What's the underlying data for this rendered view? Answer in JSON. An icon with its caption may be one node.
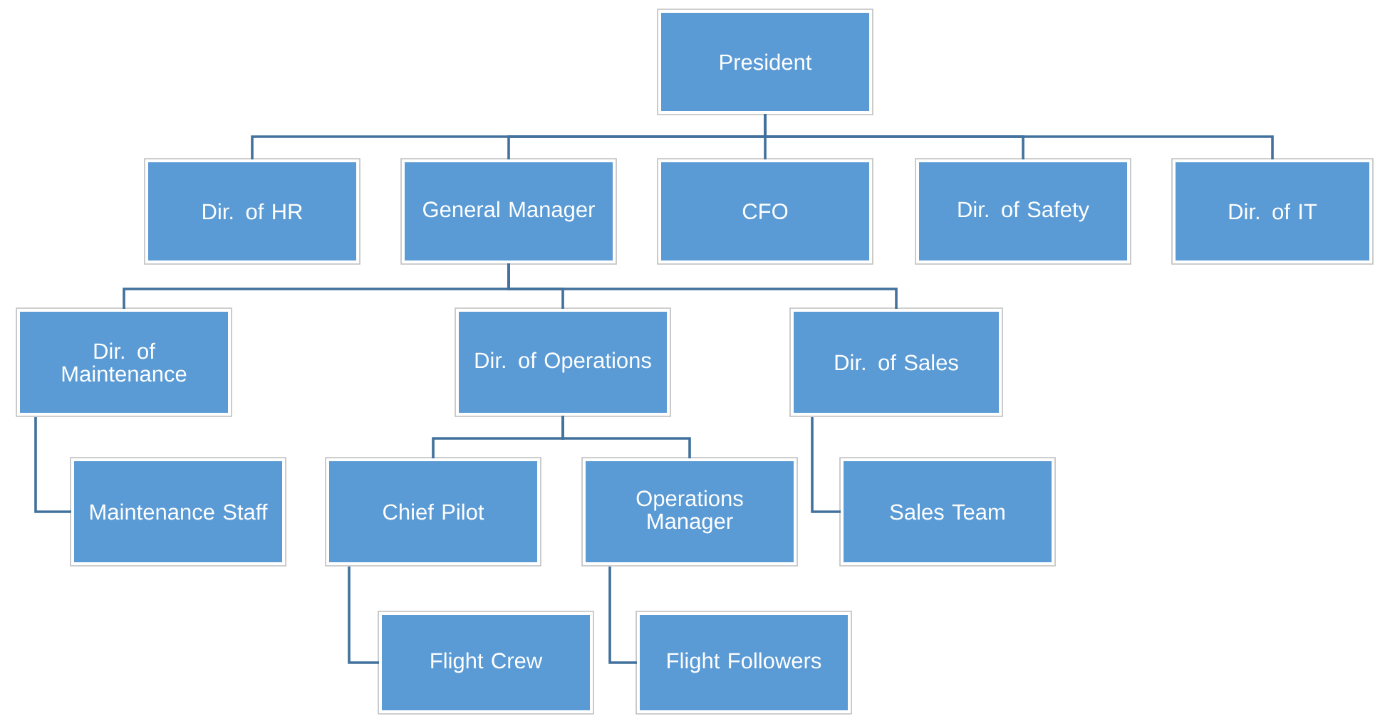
{
  "diagram": {
    "nodes": [
      {
        "text": [
          "President"
        ]
      },
      {
        "text": [
          "Dir. of HR"
        ]
      },
      {
        "text": [
          "General Manager"
        ]
      },
      {
        "text": [
          "CFO"
        ]
      },
      {
        "text": [
          "Dir. of Safety"
        ]
      },
      {
        "text": [
          "Dir. of IT"
        ]
      },
      {
        "text": [
          "Dir. of Maintenance"
        ]
      },
      {
        "text": [
          "Dir. of Operations"
        ]
      },
      {
        "text": [
          "Dir. of Sales"
        ]
      },
      {
        "text": [
          "Maintenance Staff"
        ]
      },
      {
        "text": [
          "Chief Pilot"
        ]
      },
      {
        "text": [
          "Operations Manager"
        ]
      },
      {
        "text": [
          "Sales Team"
        ]
      },
      {
        "text": [
          "Flight Crew"
        ]
      },
      {
        "text": [
          "Flight Followers"
        ]
      }
    ],
    "edges": [
      {
        "from": 0,
        "to": 1,
        "arrow": "none"
      },
      {
        "from": 0,
        "to": 2,
        "arrow": "none"
      },
      {
        "from": 0,
        "to": 3,
        "arrow": "none"
      },
      {
        "from": 0,
        "to": 4,
        "arrow": "none"
      },
      {
        "from": 0,
        "to": 5,
        "arrow": "none"
      },
      {
        "from": 2,
        "to": 6,
        "arrow": "none"
      },
      {
        "from": 2,
        "to": 7,
        "arrow": "none"
      },
      {
        "from": 2,
        "to": 8,
        "arrow": "none"
      },
      {
        "from": 6,
        "to": 9,
        "arrow": "none"
      },
      {
        "from": 7,
        "to": 10,
        "arrow": "none"
      },
      {
        "from": 7,
        "to": 11,
        "arrow": "none"
      },
      {
        "from": 8,
        "to": 12,
        "arrow": "none"
      },
      {
        "from": 10,
        "to": 13,
        "arrow": "none"
      },
      {
        "from": 11,
        "to": 14,
        "arrow": "none"
      }
    ]
  }
}
